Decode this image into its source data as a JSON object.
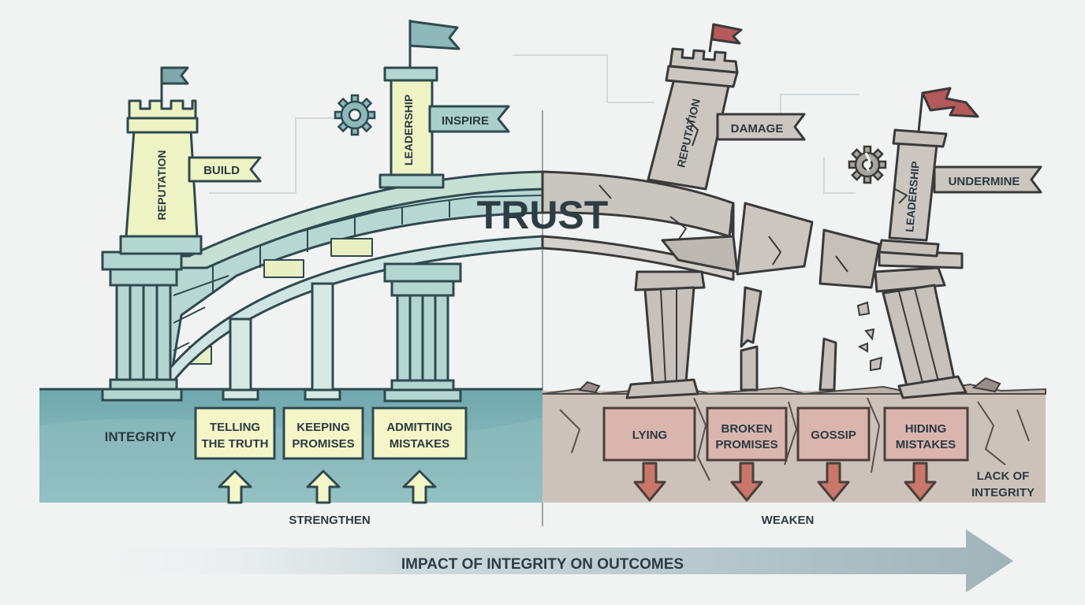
{
  "bridge": {
    "title": "TRUST"
  },
  "left": {
    "foundation_label": "INTEGRITY",
    "tower_reputation": {
      "label": "REPUTATION",
      "banner": "BUILD"
    },
    "tower_leadership": {
      "label": "LEADERSHIP",
      "banner": "INSPIRE"
    },
    "blocks": [
      {
        "line1": "TELLING",
        "line2": "THE TRUTH"
      },
      {
        "line1": "KEEPING",
        "line2": "PROMISES"
      },
      {
        "line1": "ADMITTING",
        "line2": "MISTAKES"
      }
    ],
    "caption": "STRENGTHEN"
  },
  "right": {
    "foundation_label_line1": "LACK OF",
    "foundation_label_line2": "INTEGRITY",
    "tower_reputation": {
      "label": "REPUTATION",
      "banner": "DAMAGE"
    },
    "tower_leadership": {
      "label": "LEADERSHIP",
      "banner": "UNDERMINE"
    },
    "blocks": [
      {
        "line1": "LYING",
        "line2": ""
      },
      {
        "line1": "BROKEN",
        "line2": "PROMISES"
      },
      {
        "line1": "GOSSIP",
        "line2": ""
      },
      {
        "line1": "HIDING",
        "line2": "MISTAKES"
      }
    ],
    "caption": "WEAKEN"
  },
  "axis": {
    "label": "IMPACT OF INTEGRITY ON OUTCOMES"
  },
  "icons": {
    "left_gear": "gear-icon",
    "right_gear": "broken-gear-icon",
    "flags": "flag-icon",
    "up_arrows": "arrow-up-icon",
    "down_arrows": "arrow-down-icon"
  },
  "colors": {
    "water": "#7fb3b8",
    "water_light": "#a9cdd0",
    "stone_blue": "#a8cfc9",
    "stone_yellow": "#eef2c4",
    "outline": "#2f4a4f",
    "ground": "#cbbfb6",
    "ruin_stone": "#c9c5bf",
    "block_red": "#d8b3ad",
    "arrow_red": "#c9776b",
    "flag_left": "#7ea8ac",
    "flag_right": "#b45a5a"
  }
}
